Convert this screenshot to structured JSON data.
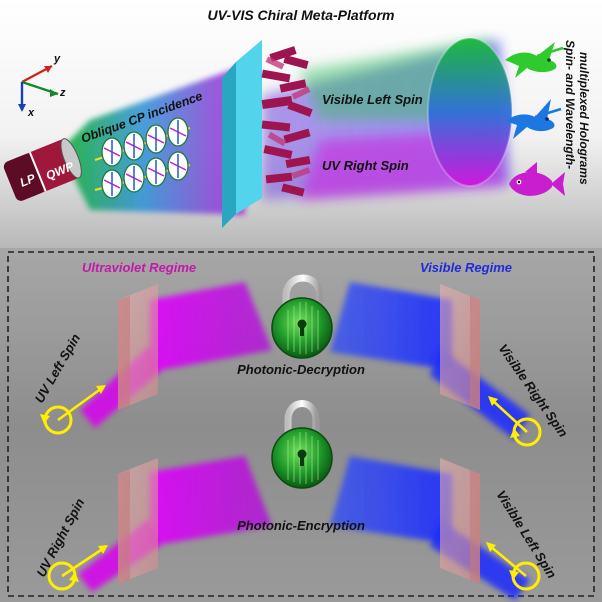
{
  "title": "UV-VIS Chiral Meta-Platform",
  "top_panel": {
    "axes": {
      "y": "y",
      "z": "z",
      "x": "x"
    },
    "incidence_label": "Oblique CP incidence",
    "qwp_label": "QWP",
    "lp_label": "LP",
    "visible_left_spin": "Visible Left Spin",
    "uv_right_spin": "UV Right Spin",
    "side_label_line1": "Spin- and Wavelength-",
    "side_label_line2": "multiplexed Holograms",
    "hologram_icons": [
      "hummingbird-green",
      "hummingbird-blue",
      "fish-magenta"
    ]
  },
  "bottom_panel": {
    "uv_regime": "Ultraviolet Regime",
    "visible_regime": "Visible Regime",
    "decryption_label": "Photonic-Decryption",
    "encryption_label": "Photonic-Encryption",
    "uv_left_spin": "UV Left Spin",
    "uv_right_spin": "UV Right Spin",
    "visible_right_spin": "Visible Right Spin",
    "visible_left_spin": "Visible Left Spin",
    "lock_icons": [
      "unlocked-padlock",
      "locked-padlock"
    ]
  },
  "colors": {
    "uv_magenta": "#d400e8",
    "visible_blue": "#1a2cff",
    "green": "#2ec22e",
    "yellow": "#ffee00",
    "panel_gray": "#8a8a8a",
    "metasurface_cyan": "#3ec6e0",
    "crystal_red": "#7a1030"
  }
}
